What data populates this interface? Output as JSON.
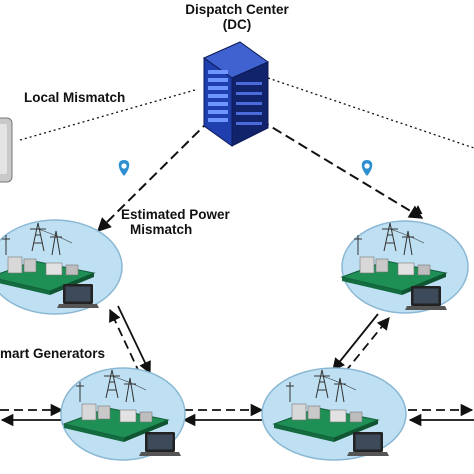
{
  "labels": {
    "dc_line1": "Dispatch Center",
    "dc_line2": "(DC)",
    "local_mismatch": "Local Mismatch",
    "estimated_line1": "Estimated Power",
    "estimated_line2": "Mismatch",
    "smart_generators": "Smart Generators"
  },
  "colors": {
    "server_body": "#1f3fae",
    "server_dark": "#10236b",
    "node_fill": "#bfe0f2",
    "node_stroke": "#8ab8d4",
    "platform": "#1e8f55",
    "pin": "#2f8fd1"
  },
  "icons": [
    "server-icon",
    "location-pin-icon",
    "substation-icon",
    "laptop-icon",
    "phone-icon"
  ]
}
